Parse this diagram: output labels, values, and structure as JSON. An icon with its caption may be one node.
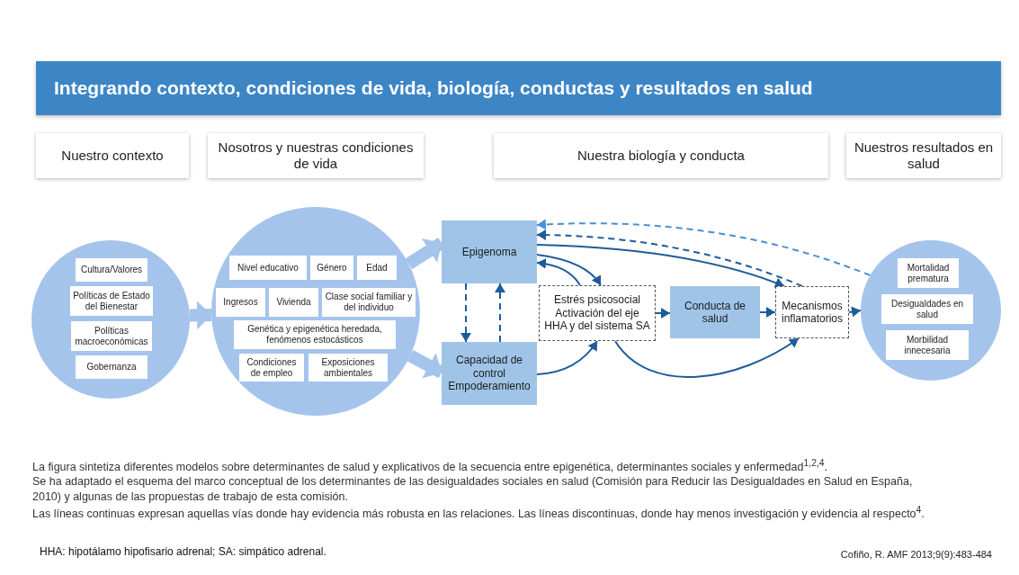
{
  "diagram": {
    "title": "Integrando contexto, condiciones de vida, biología, conductas y resultados en salud",
    "nodes": [
      {
        "text": [
          "Nuestro contexto"
        ]
      },
      {
        "text": [
          "Nosotros y nuestras condiciones de vida"
        ]
      },
      {
        "text": [
          "Nuestra biología y conducta"
        ]
      },
      {
        "text": [
          "Nuestros resultados en salud"
        ]
      },
      {
        "text": [],
        "shape": "circle"
      },
      {
        "text": [
          "Cultura/Valores"
        ],
        "in": 4
      },
      {
        "text": [
          "Políticas de Estado del Bienestar"
        ],
        "in": 4
      },
      {
        "text": [
          "Políticas macroeconómicas"
        ],
        "in": 4
      },
      {
        "text": [
          "Gobernanza"
        ],
        "in": 4
      },
      {
        "text": [],
        "shape": "circle"
      },
      {
        "text": [
          "Nivel educativo"
        ],
        "in": 9
      },
      {
        "text": [
          "Género"
        ],
        "in": 9
      },
      {
        "text": [
          "Edad"
        ],
        "in": 9
      },
      {
        "text": [
          "Ingresos"
        ],
        "in": 9
      },
      {
        "text": [
          "Vivienda"
        ],
        "in": 9
      },
      {
        "text": [
          "Clase social familiar y del individuo"
        ],
        "in": 9
      },
      {
        "text": [
          "Genética y epigenética heredada, fenómenos estocásticos"
        ],
        "in": 9
      },
      {
        "text": [
          "Condiciones de empleo"
        ],
        "in": 9
      },
      {
        "text": [
          "Exposiciones ambientales"
        ],
        "in": 9
      },
      {
        "text": [
          "Epigenoma"
        ]
      },
      {
        "text": [
          "Capacidad de control Empoderamiento"
        ]
      },
      {
        "text": [
          "Estrés psicosocial Activación del eje HHA y del sistema SA"
        ]
      },
      {
        "text": [
          "Conducta de salud"
        ]
      },
      {
        "text": [
          "Mecanismos inflamatorios"
        ]
      },
      {
        "text": [],
        "shape": "circle"
      },
      {
        "text": [
          "Mortalidad prematura"
        ],
        "in": 24
      },
      {
        "text": [
          "Desigualdades en salud"
        ],
        "in": 24
      },
      {
        "text": [
          "Morbilidad innecesaria"
        ],
        "in": 24
      }
    ],
    "edges": [
      {
        "from": 4,
        "to": 9,
        "arrow": "to",
        "style": "thick",
        "color": "#a4c4ec"
      },
      {
        "from": 9,
        "to": 19,
        "arrow": "to",
        "style": "thick",
        "color": "#a4c4ec"
      },
      {
        "from": 9,
        "to": 20,
        "arrow": "to",
        "style": "thick",
        "color": "#a4c4ec"
      },
      {
        "from": 19,
        "to": 20,
        "arrow": "to",
        "style": "dashed"
      },
      {
        "from": 20,
        "to": 19,
        "arrow": "to",
        "style": "dashed"
      },
      {
        "from": 24,
        "to": 19,
        "arrow": "to",
        "style": "dashed",
        "color": "#4a8fd6"
      },
      {
        "from": 23,
        "to": 19,
        "arrow": "to",
        "style": "dashed"
      },
      {
        "from": 19,
        "to": 23,
        "arrow": "to"
      },
      {
        "from": 19,
        "to": 21,
        "arrow": "to"
      },
      {
        "from": 21,
        "to": 19,
        "arrow": "to"
      },
      {
        "from": 21,
        "to": 22,
        "arrow": "to"
      },
      {
        "from": 22,
        "to": 23,
        "arrow": "to"
      },
      {
        "from": 23,
        "to": 24,
        "arrow": "to"
      },
      {
        "from": 20,
        "to": 21,
        "arrow": "to"
      },
      {
        "from": 21,
        "to": 23,
        "arrow": "to"
      }
    ],
    "labels": [
      "La figura sintetiza diferentes modelos sobre determinantes de salud y explicativos de la secuencia entre epigenética, determinantes sociales y enfermedad$^{1,2,4}$.",
      "Se ha adaptado el esquema del marco conceptual de los determinantes de las desigualdades sociales en salud (Comisión para Reducir las Desigualdades en Salud en España, 2010) y algunas de las propuestas de trabajo de esta comisión.",
      "Las líneas continuas expresan aquellas vías donde hay evidencia más robusta en las relaciones. Las líneas discontinuas, donde hay menos investigación y evidencia al respecto$^{4}$.",
      "HHA: hipotálamo hipofisario adrenal; SA: simpático adrenal.",
      "Cofiño, R. AMF 2013;9(9):483-484"
    ]
  }
}
